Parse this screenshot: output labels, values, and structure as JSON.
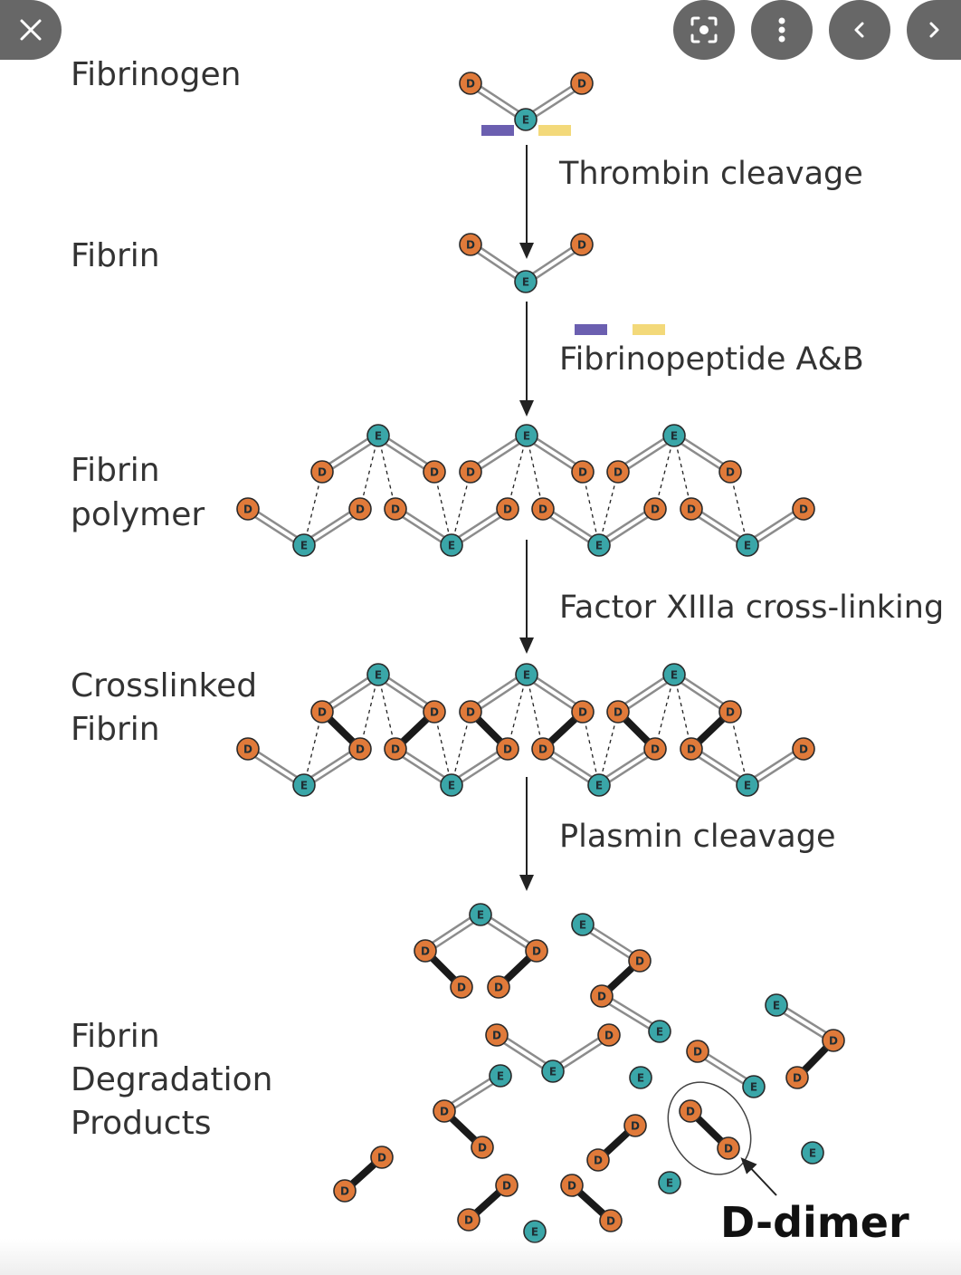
{
  "viewer": {
    "close_icon": "close-icon",
    "lens_icon": "lens-icon",
    "more_icon": "more-vertical-icon",
    "prev_icon": "chevron-left-icon",
    "next_icon": "chevron-right-icon"
  },
  "stages": {
    "fibrinogen": [
      "Fibrinogen"
    ],
    "fibrin": [
      "Fibrin"
    ],
    "polymer": [
      "Fibrin",
      "polymer"
    ],
    "crosslinked": [
      "Crosslinked",
      "Fibrin"
    ],
    "degradation": [
      "Fibrin",
      "Degradation",
      "Products"
    ]
  },
  "steps": {
    "thrombin": "Thrombin cleavage",
    "fibrinopeptide": "Fibrinopeptide A&B",
    "factor": "Factor XIIIa cross-linking",
    "plasmin": "Plasmin cleavage"
  },
  "callout": {
    "ddimer": "D-dimer"
  },
  "node_letters": {
    "d": "D",
    "e": "E"
  },
  "colors": {
    "d_domain": "#e07a3a",
    "e_domain": "#3aa6a8",
    "fibrinopeptide_a": "#6b5fb0",
    "fibrinopeptide_b": "#f3d97a",
    "crosslink": "#1a1a1a",
    "text": "#333333"
  }
}
